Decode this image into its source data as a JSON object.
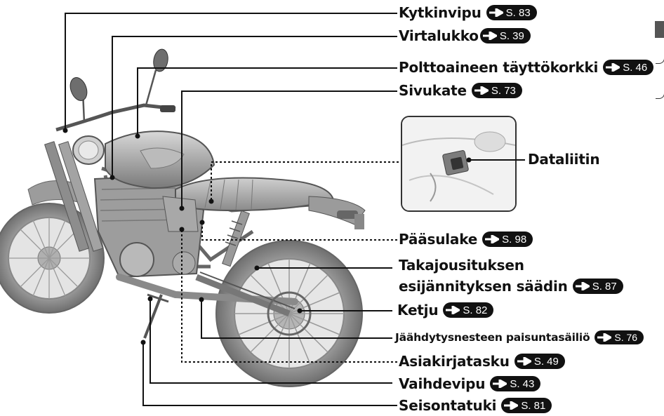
{
  "reference_icon": "right-arrow-icon",
  "labels": [
    {
      "id": "kytkinvipu",
      "text": "Kytkinvipu",
      "page": "S. 83"
    },
    {
      "id": "virtalukko",
      "text": "Virtalukko",
      "page": "S. 39"
    },
    {
      "id": "polttoaine",
      "text": "Polttoaineen täyttökorkki",
      "page": "S. 46"
    },
    {
      "id": "sivukate",
      "text": "Sivukate",
      "page": "S. 73"
    },
    {
      "id": "dataliitin",
      "text": "Dataliitin",
      "page": ""
    },
    {
      "id": "paasulake",
      "text": "Pääsulake",
      "page": "S. 98"
    },
    {
      "id": "takajousitus_1",
      "text": "Takajousituksen",
      "page": ""
    },
    {
      "id": "takajousitus_2",
      "text": "esijännityksen säädin",
      "page": "S. 87"
    },
    {
      "id": "ketju",
      "text": "Ketju",
      "page": "S. 82"
    },
    {
      "id": "jaahdytys",
      "text": "Jäähdytysnesteen paisuntasäiliö",
      "page": "S. 76"
    },
    {
      "id": "asiakirjatasku",
      "text": "Asiakirjatasku",
      "page": "S. 49"
    },
    {
      "id": "vaihdevipu",
      "text": "Vaihdevipu",
      "page": "S. 43"
    },
    {
      "id": "seisontatuki",
      "text": "Seisontatuki",
      "page": "S. 81"
    }
  ]
}
